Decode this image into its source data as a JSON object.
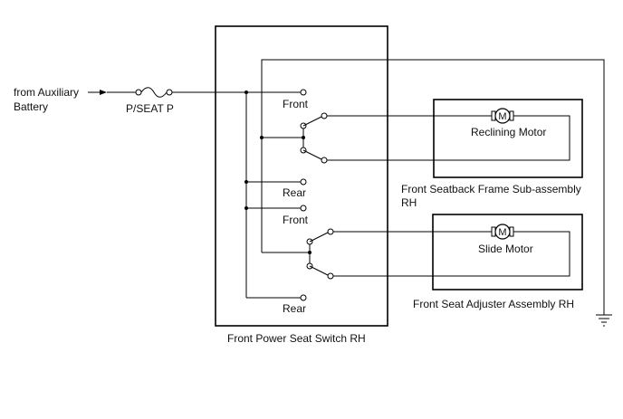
{
  "labels": {
    "source_line1": "from Auxiliary",
    "source_line2": "Battery",
    "fuse": "P/SEAT P",
    "switch_front_1": "Front",
    "switch_rear_1": "Rear",
    "switch_front_2": "Front",
    "switch_rear_2": "Rear",
    "reclining_motor": "Reclining Motor",
    "reclining_assembly_line1": "Front Seatback Frame Sub-assembly",
    "reclining_assembly_line2": "RH",
    "slide_motor": "Slide Motor",
    "slide_assembly": "Front Seat Adjuster Assembly RH",
    "switch_name": "Front Power Seat Switch RH",
    "motor_symbol": "M"
  }
}
